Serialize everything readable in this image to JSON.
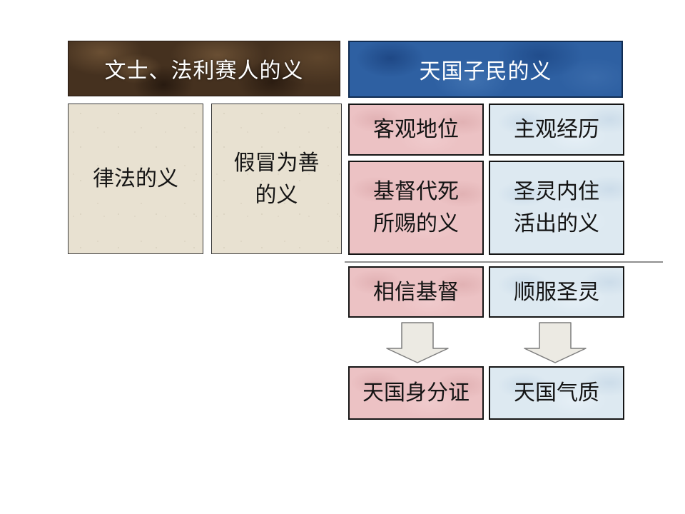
{
  "left_section": {
    "header": "文士、法利赛人的义",
    "boxes": [
      "律法的义",
      "假冒为善\n的义"
    ]
  },
  "right_section": {
    "header": "天国子民的义",
    "objective_column": [
      "客观地位",
      "基督代死\n所赐的义",
      "相信基督",
      "天国身分证"
    ],
    "subjective_column": [
      "主观经历",
      "圣灵内住\n活出的义",
      "顺服圣灵",
      "天国气质"
    ]
  },
  "icons": {
    "flow_arrow": "down-block-arrow"
  },
  "colors": {
    "background": "#ffffff",
    "left_header_bg": "#45311f",
    "right_header_bg": "#2e60a2",
    "left_box_bg": "#e8e1d1",
    "objective_box_bg": "#ecc2c4",
    "subjective_box_bg": "#dde9f1",
    "box_border": "#151515",
    "header_text": "#ffffff",
    "box_text": "#141414",
    "arrow_fill": "#eceae3",
    "arrow_stroke": "#7d7d7d",
    "divider_line": "#8f8f8f"
  }
}
